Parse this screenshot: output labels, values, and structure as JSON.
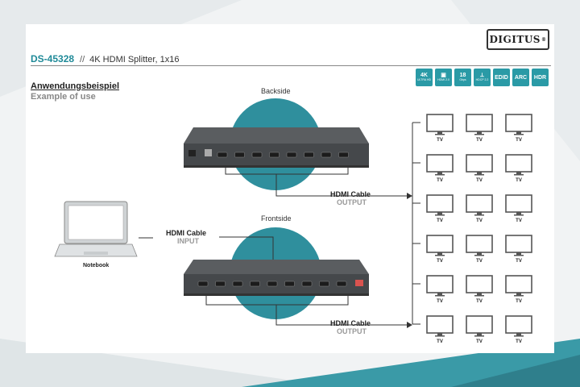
{
  "header": {
    "model": "DS-45328",
    "separator": "//",
    "product": "4K HDMI Splitter, 1x16",
    "brand": "DIGITUS"
  },
  "example": {
    "heading_de": "Anwendungsbeispiel",
    "heading_en": "Example of use"
  },
  "badges": [
    {
      "big": "4K",
      "small": "ULTRA HD",
      "icon": "4k-icon"
    },
    {
      "big": "▣",
      "small": "HDMI 2.0",
      "icon": "hdmi-port-icon"
    },
    {
      "big": "18",
      "small": "Gbps",
      "icon": "bandwidth-icon"
    },
    {
      "big": "⟂",
      "small": "HDCP 2.2",
      "icon": "hdcp-icon"
    },
    {
      "big": "EDID",
      "small": "",
      "icon": "edid-icon"
    },
    {
      "big": "ARC",
      "small": "",
      "icon": "arc-icon"
    },
    {
      "big": "HDR",
      "small": "",
      "icon": "hdr-icon"
    }
  ],
  "diagram": {
    "backside_label": "Backside",
    "frontside_label": "Frontside",
    "notebook_label": "Notebook",
    "tv_label": "TV",
    "cable_output_top": {
      "name": "HDMI Cable",
      "dir": "OUTPUT"
    },
    "cable_input": {
      "name": "HDMI Cable",
      "dir": "INPUT"
    },
    "cable_output_bottom": {
      "name": "HDMI Cable",
      "dir": "OUTPUT"
    },
    "tv_rows": 6,
    "tv_cols": 3
  },
  "colors": {
    "accent": "#2a9aa6",
    "circle": "#2f8f9d",
    "device": "#4a4d50",
    "model_text": "#1f8a98"
  }
}
